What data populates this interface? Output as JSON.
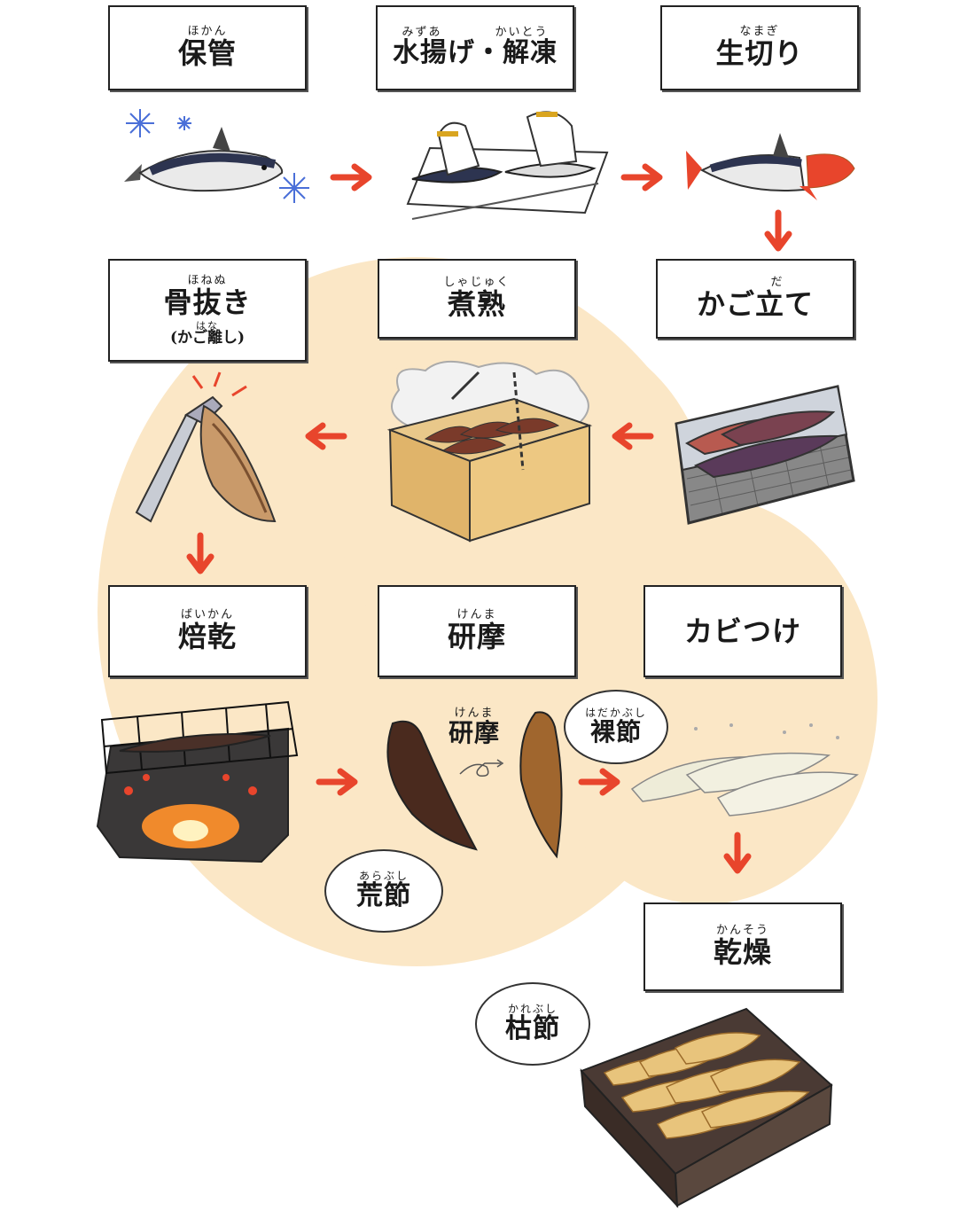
{
  "steps": {
    "hokan": {
      "ruby": "ほかん",
      "label": "保管"
    },
    "mizuage": {
      "ruby": "みずあ　　　　かいとう",
      "label": "水揚げ・解凍"
    },
    "namagiri": {
      "ruby": "なまぎ",
      "label": "生切り"
    },
    "honenuki": {
      "ruby": "ほねぬ",
      "label": "骨抜き",
      "sub_ruby": "はな",
      "sub": "(かご離し)"
    },
    "shajuku": {
      "ruby": "しゃじゅく",
      "label": "煮熟"
    },
    "kagodate": {
      "ruby": "だ",
      "label": "かご立て"
    },
    "baikan": {
      "ruby": "ばいかん",
      "label": "焙乾"
    },
    "kenma": {
      "ruby": "けんま",
      "label": "研摩"
    },
    "kabitsuke": {
      "ruby": "",
      "label": "カビつけ"
    },
    "kansou": {
      "ruby": "かんそう",
      "label": "乾燥"
    }
  },
  "inline_label": {
    "ruby": "けんま",
    "label": "研摩"
  },
  "bubbles": {
    "hadakabushi": {
      "ruby": "はだかぶし",
      "label": "裸節"
    },
    "arabushi": {
      "ruby": "あらぶし",
      "label": "荒節"
    },
    "karebushi": {
      "ruby": "かれぶし",
      "label": "枯節"
    }
  },
  "colors": {
    "arrow": "#e8452c",
    "background_wash": "#fbe7c6",
    "box_border": "#222222"
  }
}
